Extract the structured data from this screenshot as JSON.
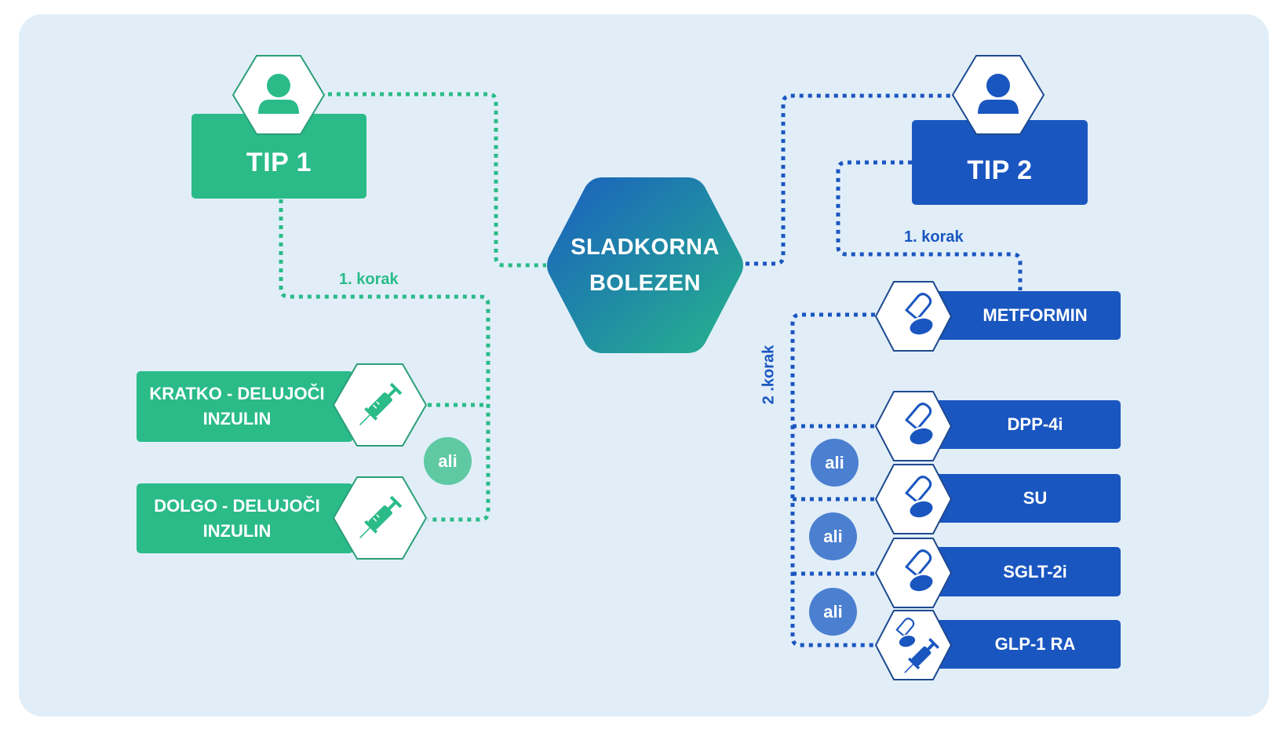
{
  "title": "SLADKORNA BOLEZEN",
  "title_lines": [
    "SLADKORNA",
    "BOLEZEN"
  ],
  "colors": {
    "background": "#e1eef8",
    "type1_green": "#2abb88",
    "type2_blue": "#1a56c0",
    "ali_green": "#5ec9a3",
    "ali_blue": "#4b7fd0",
    "center_gradient_start": "#1a5fbf",
    "center_gradient_end": "#26b48c"
  },
  "type1": {
    "label": "TIP 1",
    "icon": "user-icon",
    "step_label": "1. korak",
    "options": [
      {
        "line1": "KRATKO - DELUJOČI",
        "line2": "INZULIN",
        "icon": "syringe-icon"
      },
      {
        "line1": "DOLGO - DELUJOČI",
        "line2": "INZULIN",
        "icon": "syringe-icon"
      }
    ],
    "ali": "ali"
  },
  "type2": {
    "label": "TIP 2",
    "icon": "user-icon",
    "step1_label": "1. korak",
    "step2_label": "2 .korak",
    "first_line": {
      "label": "METFORMIN",
      "icon": "pills-icon"
    },
    "options": [
      {
        "label": "DPP-4i",
        "icon": "pills-icon"
      },
      {
        "label": "SU",
        "icon": "pills-icon"
      },
      {
        "label": "SGLT-2i",
        "icon": "pills-icon"
      },
      {
        "label": "GLP-1 RA",
        "icon": "pills-syringe-icon"
      }
    ],
    "ali": [
      "ali",
      "ali",
      "ali"
    ]
  }
}
